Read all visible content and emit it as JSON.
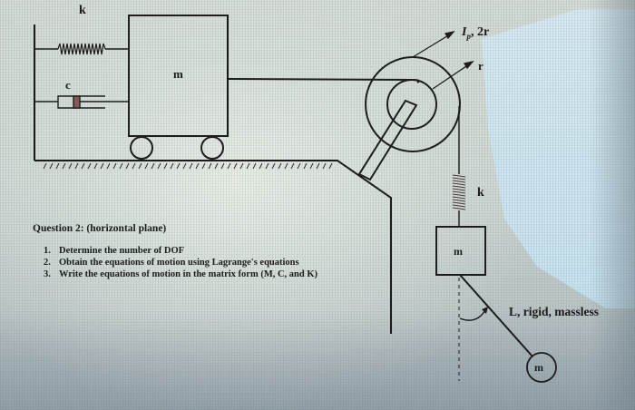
{
  "question": {
    "title": "Question 2: (horizontal plane)",
    "items": [
      {
        "num": "1.",
        "text": "Determine the number of DOF"
      },
      {
        "num": "2.",
        "text": "Obtain the equations of motion using Lagrange's equations"
      },
      {
        "num": "3.",
        "text": "Write the equations of motion in the matrix form (M, C, and K)"
      }
    ]
  },
  "diagram": {
    "left_spring_label": "k",
    "damper_label": "c",
    "cart_mass_label": "m",
    "pulley_outer_label_main": "I",
    "pulley_outer_label_sub": "p",
    "pulley_outer_label_rest": ", 2r",
    "pulley_inner_label": "r",
    "right_spring_label": "k",
    "hanging_mass_label": "m",
    "pendulum_label": "L, rigid, massless",
    "bob_mass_label": "m"
  },
  "colors": {
    "ink": "#1b1b1b",
    "background": "#cdd6d2",
    "glare": "#cfe6f2"
  }
}
